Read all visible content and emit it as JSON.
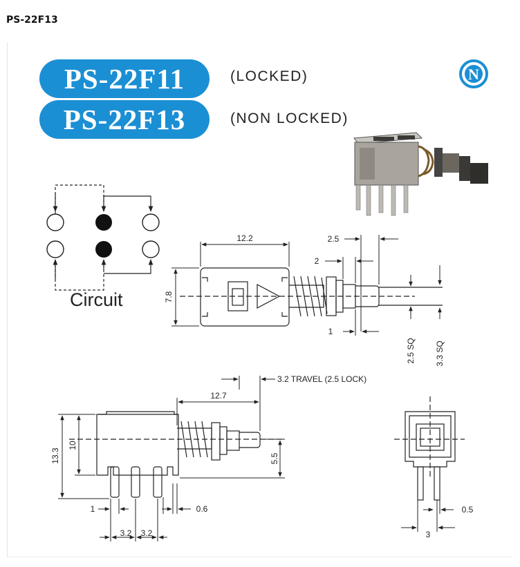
{
  "page": {
    "title": "PS-22F13"
  },
  "header": {
    "models": [
      {
        "name": "PS-22F11",
        "type": "(LOCKED)"
      },
      {
        "name": "PS-22F13",
        "type": "(NON LOCKED)"
      }
    ],
    "logo_letter": "N"
  },
  "circuit": {
    "label": "Circuit"
  },
  "top_view": {
    "dims": {
      "length": "12.2",
      "height": "7.8",
      "pitch_a": "2.5",
      "pitch_b": "2",
      "gap": "1",
      "square_a": "2.5 SQ",
      "square_b": "3.3 SQ"
    }
  },
  "side_view": {
    "dims": {
      "travel": "3.2 TRAVEL (2.5 LOCK)",
      "length": "12.7",
      "total_height": "13.3",
      "body_height": "10",
      "axis_height": "5.5",
      "pin_width": "1",
      "pin_thickness": "0.6",
      "pitch_1": "3.2",
      "pitch_2": "3.2"
    }
  },
  "front_view": {
    "dims": {
      "pin_spacing": "3",
      "pin_thickness": "0.5"
    }
  },
  "colors": {
    "accent": "#1b8fd4",
    "line": "#222222"
  }
}
